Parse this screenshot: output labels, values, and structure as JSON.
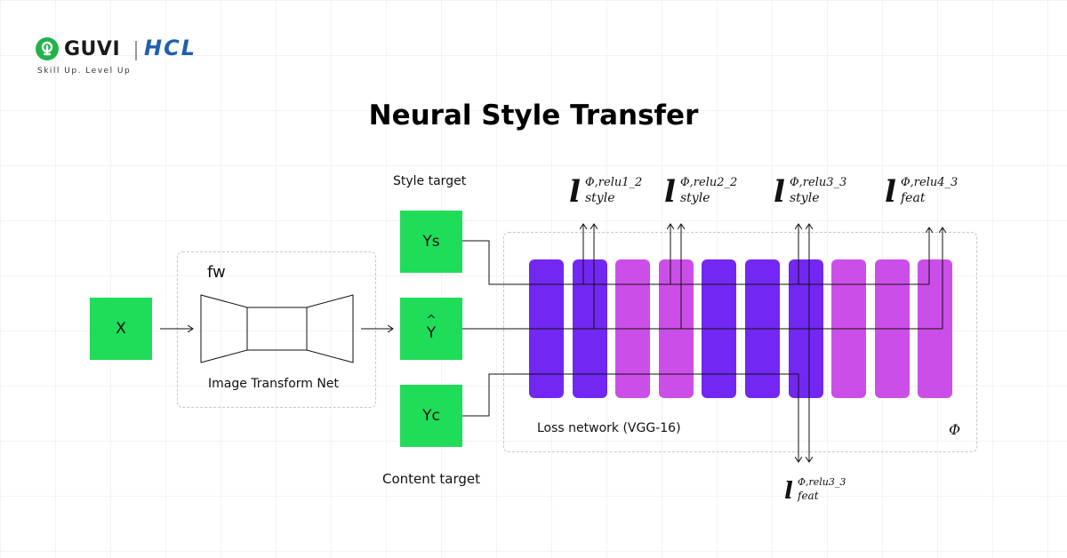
{
  "brand": {
    "name": "GUVI",
    "partner": "HCL",
    "tagline": "Skill Up. Level Up"
  },
  "title": "Neural Style Transfer",
  "diagram": {
    "input_label": "X",
    "transform_net": {
      "weight_label": "fw",
      "caption": "Image Transform Net"
    },
    "style_target": {
      "caption": "Style target",
      "node": "Ys"
    },
    "output_node": "Y",
    "output_hat": "^",
    "content_target": {
      "caption": "Content target",
      "node": "Yc"
    },
    "loss_network": {
      "caption": "Loss network (VGG-16)",
      "symbol": "Φ",
      "layers": [
        "dark",
        "dark",
        "light",
        "light",
        "dark",
        "dark",
        "dark",
        "light",
        "light",
        "light"
      ]
    },
    "losses": [
      {
        "l": "l",
        "sup": "Φ,relu1_2",
        "sub": "style"
      },
      {
        "l": "l",
        "sup": "Φ,relu2_2",
        "sub": "style"
      },
      {
        "l": "l",
        "sup": "Φ,relu3_3",
        "sub": "style"
      },
      {
        "l": "l",
        "sup": "Φ,relu4_3",
        "sub": "feat"
      }
    ],
    "bottom_loss": {
      "l": "l",
      "sup": "Φ,relu3_3",
      "sub": "feat"
    }
  },
  "colors": {
    "node_green": "#1fdc59",
    "layer_dark": "#7227f2",
    "layer_light": "#cc4ee9",
    "brand_green": "#22b24c",
    "brand_blue": "#1f5fae"
  }
}
